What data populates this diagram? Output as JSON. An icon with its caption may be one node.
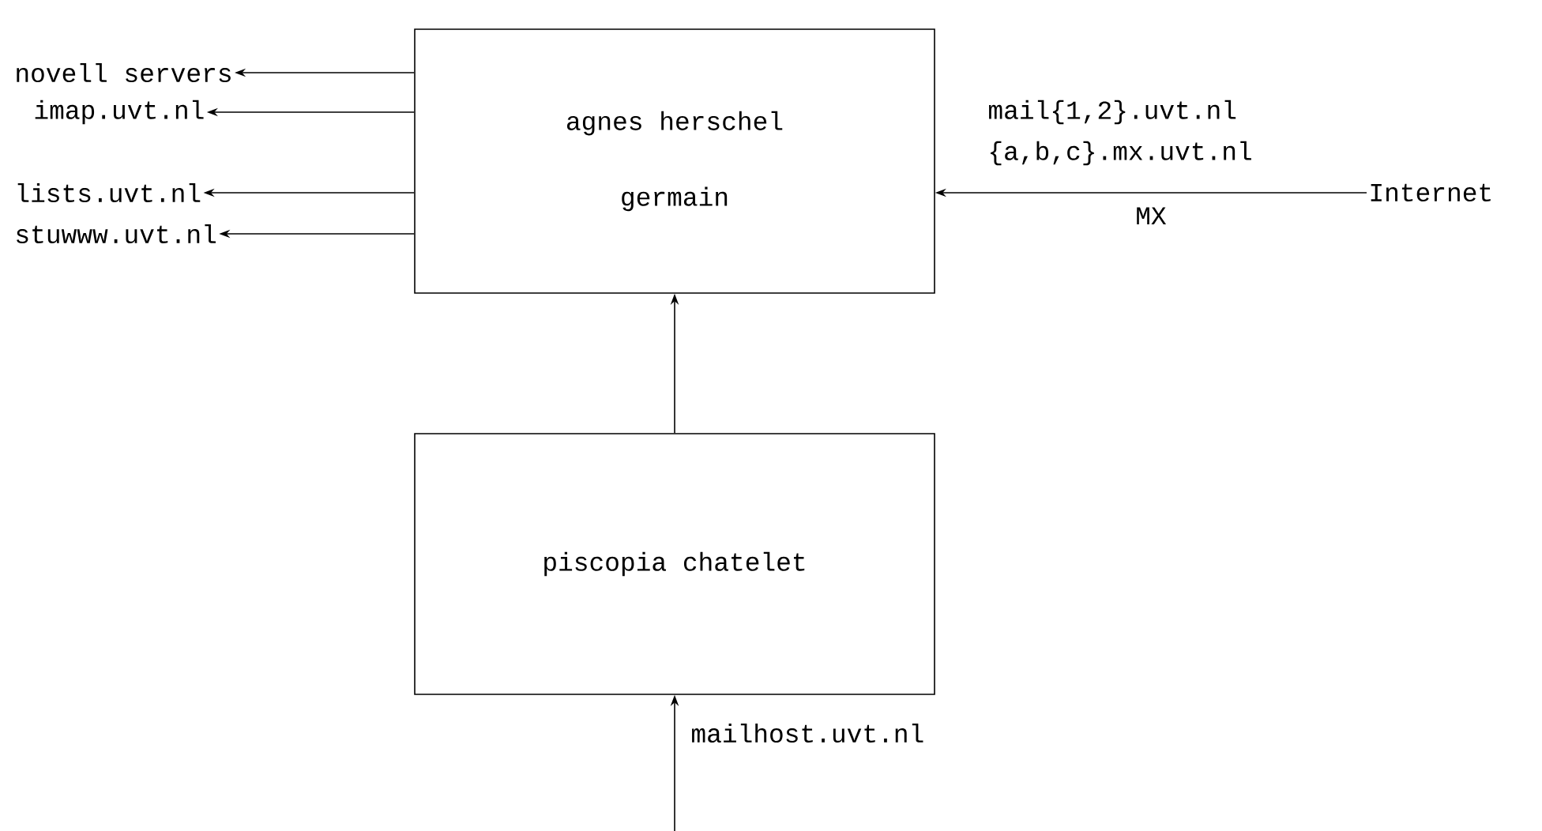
{
  "diagram": {
    "nodes": [
      {
        "text": [
          "agnes herschel",
          "germain"
        ],
        "beside": [
          "mail{1,2}.uvt.nl",
          "{a,b,c}.mx.uvt.nl"
        ]
      },
      {
        "text": [
          "piscopia chatelet"
        ]
      },
      {
        "text": [
          "novell servers"
        ]
      },
      {
        "text": [
          "imap.uvt.nl"
        ]
      },
      {
        "text": [
          "lists.uvt.nl"
        ]
      },
      {
        "text": [
          "stuwww.uvt.nl"
        ]
      },
      {
        "text": [
          "Internet"
        ]
      }
    ],
    "edges": [
      {
        "from": 0,
        "to": 2,
        "arrow": "to"
      },
      {
        "from": 0,
        "to": 3,
        "arrow": "to"
      },
      {
        "from": 0,
        "to": 4,
        "arrow": "to"
      },
      {
        "from": 0,
        "to": 5,
        "arrow": "to"
      },
      {
        "from": 6,
        "to": 0,
        "arrow": "to",
        "label": "MX"
      },
      {
        "from": 1,
        "to": 0,
        "arrow": "to"
      },
      {
        "from": null,
        "to": 1,
        "arrow": "to",
        "label": "mailhost.uvt.nl"
      }
    ]
  }
}
